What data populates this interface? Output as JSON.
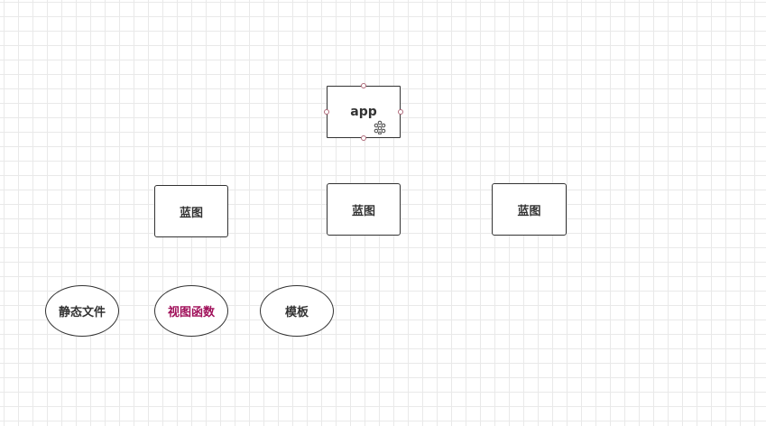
{
  "diagram": {
    "app": {
      "label": "app"
    },
    "blueprints": [
      {
        "label": "蓝图"
      },
      {
        "label": "蓝图"
      },
      {
        "label": "蓝图"
      }
    ],
    "components": [
      {
        "label": "静态文件",
        "color": "#333333"
      },
      {
        "label": "视图函数",
        "color": "#a0105a"
      },
      {
        "label": "模板",
        "color": "#333333"
      }
    ]
  },
  "colors": {
    "stroke": "#333333",
    "grid": "#e9e9e9",
    "selection_handle": "#b06a7a",
    "highlight_text": "#a0105a"
  },
  "icons": {
    "selection": "move-handle-icon"
  }
}
